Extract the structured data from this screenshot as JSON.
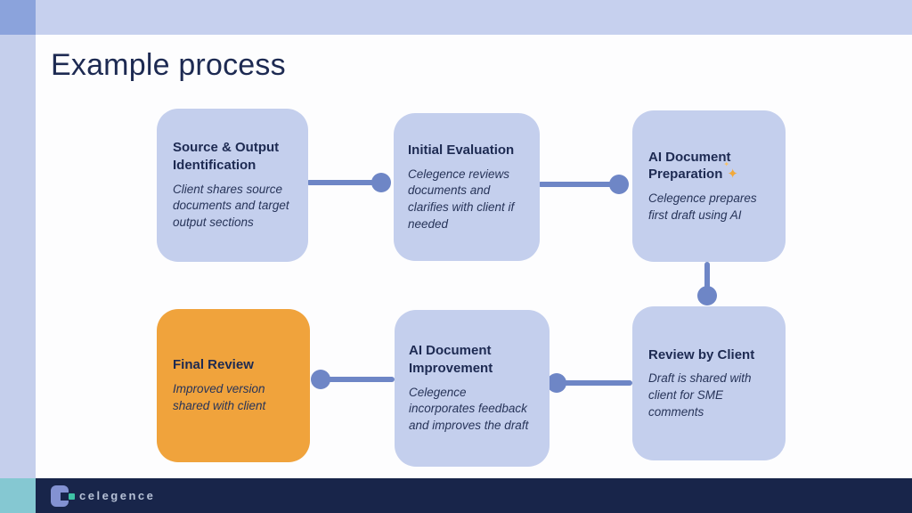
{
  "slide": {
    "title": "Example process"
  },
  "colors": {
    "navy_text": "#1d2a52",
    "box_blue": "#c4cfed",
    "accent_orange": "#f0a33c",
    "connector_blue": "#6e86c6",
    "band_blue": "#c6d0ee",
    "strip_blue": "#c5cfec",
    "corner_blue": "#8ba3dc",
    "teal": "#85c8d2",
    "footer_navy": "#18254a",
    "logo_teal": "#3ec3a6",
    "logo_blue": "#8392d2",
    "logo_text_color": "#b6c1d6",
    "sparkle_orange": "#f2a93b"
  },
  "icons": {
    "sparkle": "✦"
  },
  "boxes": [
    {
      "title": "Source & Output Identification",
      "body": "Client shares source documents and target output sections",
      "variant": "blue"
    },
    {
      "title": "Initial Evaluation",
      "body": "Celegence reviews documents and clarifies with client if needed",
      "variant": "blue"
    },
    {
      "title": "AI Document Preparation",
      "body": "Celegence prepares first draft using AI",
      "variant": "blue",
      "icon": "sparkle-icon"
    },
    {
      "title": "Review by Client",
      "body": "Draft is shared with client for SME comments",
      "variant": "blue"
    },
    {
      "title": "AI Document Improvement",
      "body": "Celegence incorporates feedback and improves the draft",
      "variant": "blue"
    },
    {
      "title": "Final Review",
      "body": "Improved version shared with client",
      "variant": "orange"
    }
  ],
  "footer": {
    "logo_text": "celegence"
  }
}
